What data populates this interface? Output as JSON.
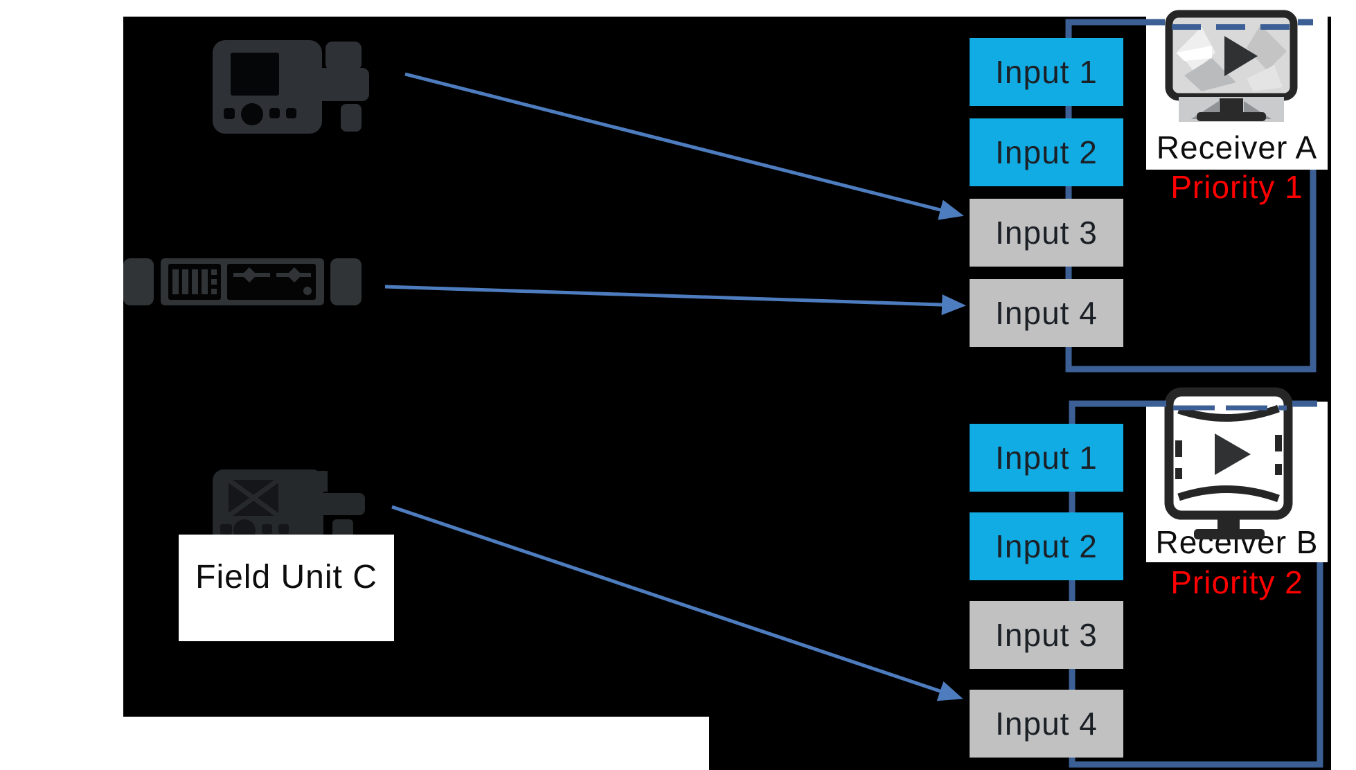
{
  "receivers": [
    {
      "name": "Receiver A",
      "priority": "Priority 1",
      "inputs": [
        {
          "label": "Input 1",
          "state": "active"
        },
        {
          "label": "Input 2",
          "state": "active"
        },
        {
          "label": "Input 3",
          "state": "available"
        },
        {
          "label": "Input 4",
          "state": "available"
        }
      ]
    },
    {
      "name": "Receiver B",
      "priority": "Priority 2",
      "inputs": [
        {
          "label": "Input 1",
          "state": "active"
        },
        {
          "label": "Input 2",
          "state": "active"
        },
        {
          "label": "Input 3",
          "state": "available"
        },
        {
          "label": "Input 4",
          "state": "available"
        }
      ]
    }
  ],
  "field_units": [
    {
      "id": "camera-transmitter",
      "label": ""
    },
    {
      "id": "rack-receiver-unit",
      "label": ""
    },
    {
      "id": "field-unit-c",
      "label": "Field Unit C"
    }
  ],
  "connections": [
    {
      "from": "camera-transmitter",
      "to": "Receiver A / Input 3"
    },
    {
      "from": "rack-receiver-unit",
      "to": "Receiver A / Input 4"
    },
    {
      "from": "field-unit-c",
      "to": "Receiver B / Input 4"
    }
  ],
  "icons": [
    "camera-transmitter-icon",
    "rack-receiver-icon",
    "field-unit-icon",
    "receiver-a-monitor-icon",
    "receiver-b-monitor-icon"
  ],
  "colors": {
    "page": "#ffffff",
    "background": "#000000",
    "input_active": "#12ACE4",
    "input_available": "#C1C1C1",
    "bus_line": "#3C6095",
    "arrow": "#4E7DBF",
    "priority_text": "#FF0000",
    "label_text": "#0d0d0d",
    "device_fill": "#2E3236"
  }
}
